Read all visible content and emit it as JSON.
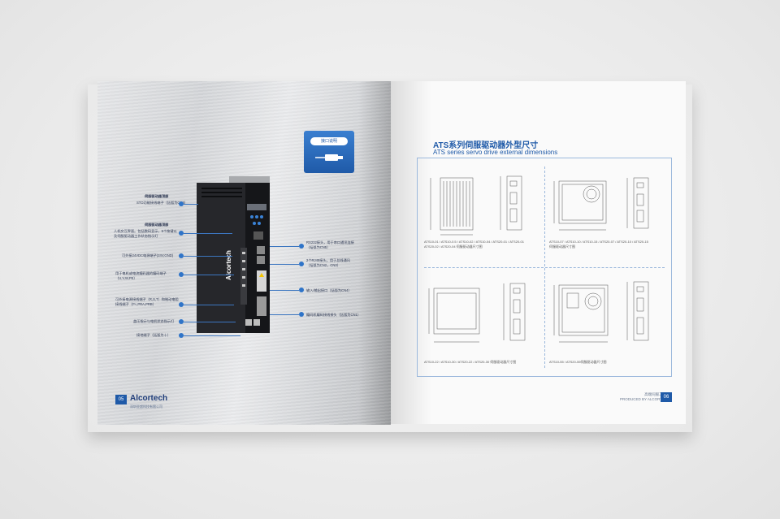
{
  "left_page": {
    "tag_label": "接口说明",
    "brand": "Alcortech",
    "brand_sub": "深圳亚超科技有限公司",
    "page_number": "05",
    "callouts_left": [
      {
        "title": "伺服驱动器顶部",
        "text": "STO功能接线端子（括弧为CN6）"
      },
      {
        "title": "伺服驱动器顶部",
        "text": "人机交互界面。包括数码显示，5个按键以及伺服驱动器工作状态指示灯"
      },
      {
        "title": "",
        "text": "可外接24VDC电源端子(24V,GND)"
      },
      {
        "title": "",
        "text": "用于电机或电流编码器的编码端子（U,V,W,PE）"
      },
      {
        "title": "",
        "text": "可外接电源接线端子（R,S,T）和制动电阻接线端子（P+,PRA,PRB）"
      },
      {
        "title": "",
        "text": "盖压指示与电机状态指示灯"
      },
      {
        "title": "",
        "text": "接地端子（括弧为⏚）"
      }
    ],
    "callouts_right": [
      {
        "text": "RS232接头，用于串口通讯连接（括弧为CN5）"
      },
      {
        "text": "2个RJ45接头，用于总线通讯（括弧为CN2，CN3）"
      },
      {
        "text": "输入/输出接口（括弧为CN4）"
      },
      {
        "text": "编码机编码接线接头（括弧为CN1）"
      }
    ]
  },
  "right_page": {
    "title_cn": "ATS系列伺服驱动器外型尺寸",
    "title_en": "ATS series servo drive external dimensions",
    "captions": [
      "ATS10-01 / ATS10-0.5 / ATS10-02 / ATS10-04 / ATS20-01 / ATS20-01\nATS20-02 / ATS20-04 伺服驱动器尺寸图",
      "ATS10-07 / ATS10-10 / ATS10-15 / ATS20-07 / ATS20-10 / ATS20-15\n伺服驱动器尺寸图",
      "ATS10-22 / ATS10-30 / ATS20-22 / ATS20-30 伺服驱动器尺寸图",
      "ATS10-55 / ATS20-55伺服驱动器尺寸图"
    ],
    "footer": "高端伺服工控制\nPRODUCED BY ALCORTECH",
    "page_number": "06"
  },
  "colors": {
    "accent": "#1f5aa8",
    "drive_body": "#1c1d20"
  }
}
